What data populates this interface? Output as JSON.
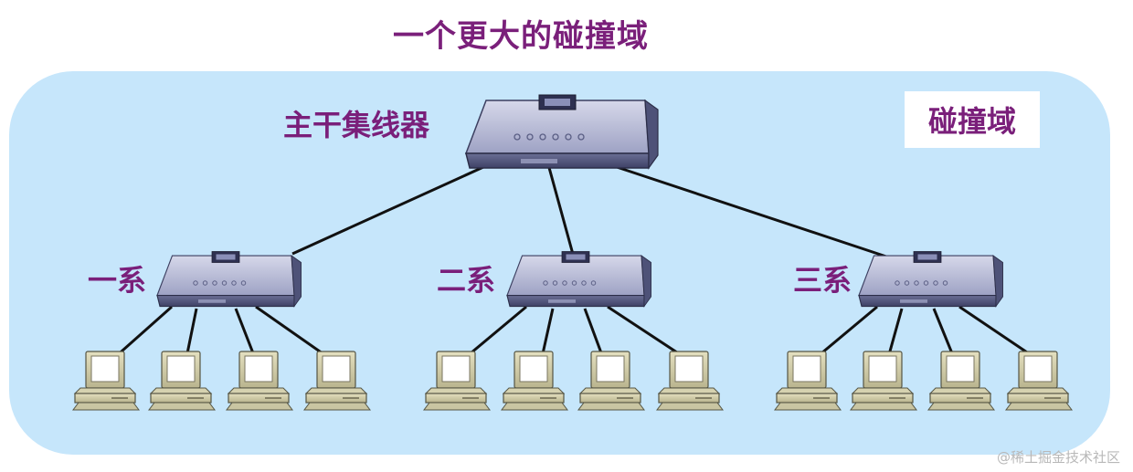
{
  "title": "一个更大的碰撞域",
  "domain_label": "碰撞域",
  "hubs": {
    "main": "主干集线器",
    "dept1": "一系",
    "dept2": "二系",
    "dept3": "三系"
  },
  "icons": {
    "hub": "hub-icon",
    "computer": "computer-icon"
  },
  "colors": {
    "background": "#c6e6fb",
    "label": "#7a1f7a",
    "link": "#111111"
  },
  "watermark": "@稀土掘金技术社区"
}
